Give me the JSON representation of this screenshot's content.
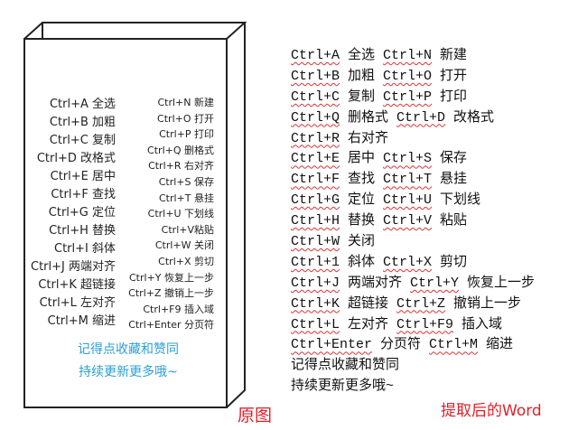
{
  "original": {
    "caption": "原图",
    "left_column": [
      "Ctrl+A 全选",
      "Ctrl+B 加粗",
      "Ctrl+C 复制",
      "Ctrl+D 改格式",
      "Ctrl+E 居中",
      "Ctrl+F 查找",
      "Ctrl+G 定位",
      "Ctrl+H 替换",
      "Ctrl+I 斜体",
      "Ctrl+J 两端对齐",
      "Ctrl+K 超链接",
      "Ctrl+L 左对齐",
      "Ctrl+M 缩进"
    ],
    "right_column": [
      "Ctrl+N 新建",
      "Ctrl+O 打开",
      "Ctrl+P 打印",
      "Ctrl+Q 删格式",
      "Ctrl+R 右对齐",
      "Ctrl+S 保存",
      "Ctrl+T 悬挂",
      "Ctrl+U 下划线",
      "Ctrl+V粘贴",
      "Ctrl+W 关闭",
      "Ctrl+X 剪切",
      "Ctrl+Y 恢复上一步",
      "Ctrl+Z 撤销上一步",
      "Ctrl+F9 插入域",
      "Ctrl+Enter 分页符"
    ],
    "footer": [
      "记得点收藏和赞同",
      "持续更新更多哦~"
    ],
    "footer_color": "#2a9fd8"
  },
  "word": {
    "caption": "提取后的Word",
    "lines": [
      "Ctrl+A 全选 Ctrl+N 新建",
      "Ctrl+B 加粗 Ctrl+O 打开",
      "Ctrl+C 复制 Ctrl+P 打印",
      "Ctrl+Q 删格式 Ctrl+D 改格式",
      "Ctrl+R 右对齐",
      "Ctrl+E 居中 Ctrl+S 保存",
      "Ctrl+F 查找 Ctrl+T 悬挂",
      "Ctrl+G 定位 Ctrl+U 下划线",
      "Ctrl+H 替换 Ctrl+V 粘贴",
      "Ctrl+W 关闭",
      "Ctrl+1 斜体 Ctrl+X 剪切",
      "Ctrl+J 两端对齐 Ctrl+Y 恢复上一步",
      "Ctrl+K 超链接 Ctrl+Z 撤销上一步",
      "Ctrl+L 左对齐 Ctrl+F9 插入域",
      "Ctrl+Enter 分页符 Ctrl+M 缩进",
      "记得点收藏和赞同",
      "持续更新更多哦~"
    ]
  },
  "caption_color": "#e0202a"
}
